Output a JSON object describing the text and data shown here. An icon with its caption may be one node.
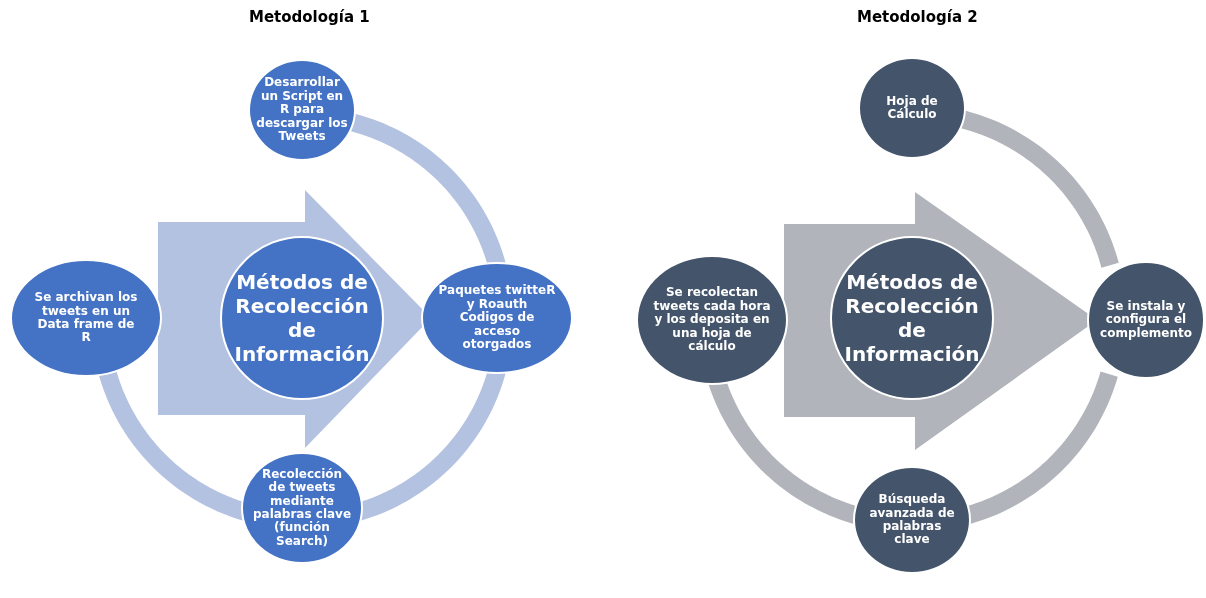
{
  "diagram": {
    "nodes": [
      {
        "text": [
          "Desarrollar un Script en R para descargar los Tweets"
        ]
      },
      {
        "text": [
          "Se archivan los tweets en un Data frame de R"
        ]
      },
      {
        "text": [
          "Métodos de Recolección de Información"
        ]
      },
      {
        "text": [
          "Paquetes twitteR y Roauth Codigos de acceso otorgados"
        ]
      },
      {
        "text": [
          "Recolección de tweets mediante palabras clave (función Search)"
        ]
      },
      {
        "text": [
          "Hoja de Cálculo"
        ]
      },
      {
        "text": [
          "Se recolectan tweets cada hora y los deposita en una hoja de cálculo"
        ]
      },
      {
        "text": [
          "Métodos de Recolección de Información"
        ]
      },
      {
        "text": [
          "Se instala y configura el complemento"
        ]
      },
      {
        "text": [
          "Búsqueda avanzada de palabras clave"
        ]
      }
    ],
    "edges": [
      {
        "from": 0,
        "to": 3,
        "arrow": "none"
      },
      {
        "from": 3,
        "to": 4,
        "arrow": "none"
      },
      {
        "from": 4,
        "to": 1,
        "arrow": "none"
      },
      {
        "from": 5,
        "to": 8,
        "arrow": "none",
        "color": "#b1b4ba"
      },
      {
        "from": 8,
        "to": 9,
        "arrow": "none",
        "color": "#b1b4ba"
      },
      {
        "from": 9,
        "to": 6,
        "arrow": "none",
        "color": "#b1b4ba"
      },
      {
        "from": 1,
        "to": 3,
        "arrow": "to",
        "style": "thick"
      },
      {
        "from": 6,
        "to": 8,
        "arrow": "to",
        "style": "thick",
        "color": "#b1b4ba"
      }
    ],
    "labels": [
      "Metodología 1",
      "Metodología 2"
    ]
  }
}
